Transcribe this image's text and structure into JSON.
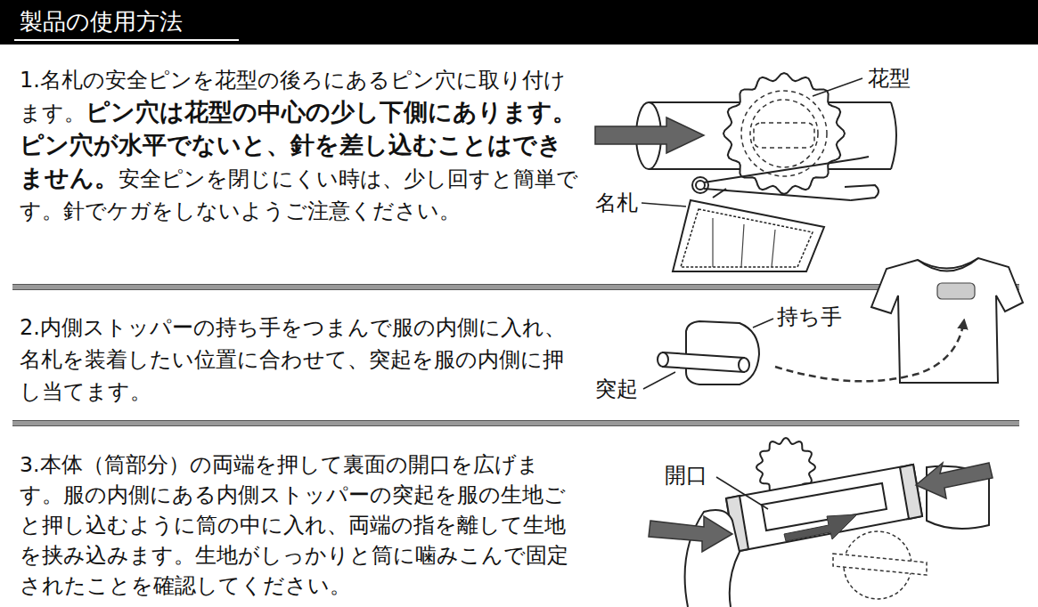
{
  "diagram": {
    "title": "製品の使用方法",
    "labels": [
      "1.名札の安全ピンを花型の後ろにあるピン穴に取り付けます。",
      "ピン穴は花型の中心の少し下側にあります。ピン穴が水平でないと、針を差し込むことはできません。",
      "安全ピンを閉じにくい時は、少し回すと簡単です。針でケガをしないようご注意ください。",
      "2.内側ストッパーの持ち手をつまんで服の内側に入れ、名札を装着したい位置に合わせて、突起を服の内側に押し当てます。",
      "3.本体（筒部分）の両端を押して裏面の開口を広げます。服の内側にある内側ストッパーの突起を服の生地ごと押し込むように筒の中に入れ、両端の指を離して生地を挟み込みます。生地がしっかりと筒に噛みこんで固定されたことを確認してください。",
      "花型",
      "名札",
      "持ち手",
      "突起",
      "開口"
    ]
  }
}
